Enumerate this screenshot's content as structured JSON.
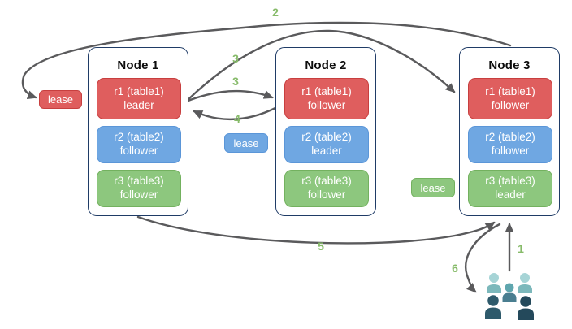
{
  "colors": {
    "red_fill": "#DF5E5E",
    "red_border": "#C83F3F",
    "blue_fill": "#6FA7E2",
    "blue_border": "#5B96D8",
    "green_fill": "#8DC77E",
    "green_border": "#73B15F",
    "node_border": "#1F3B66",
    "node_fill": "#FFFFFF",
    "arrow": "#5A5A5C",
    "step_label": "#87BB6A",
    "people_head_light": "#A6D4D6",
    "people_body_light": "#7CB8BB",
    "people_head_mid": "#5FA6AE",
    "people_body_mid": "#4A7E90",
    "people_dark_a": "#2E5A6B",
    "people_dark_b": "#24495B"
  },
  "nodes": [
    {
      "title": "Node 1",
      "replicas": [
        {
          "name": "r1 (table1)",
          "role": "leader",
          "color": "red"
        },
        {
          "name": "r2 (table2)",
          "role": "follower",
          "color": "blue"
        },
        {
          "name": "r3 (table3)",
          "role": "follower",
          "color": "green"
        }
      ]
    },
    {
      "title": "Node 2",
      "replicas": [
        {
          "name": "r1 (table1)",
          "role": "follower",
          "color": "red"
        },
        {
          "name": "r2 (table2)",
          "role": "leader",
          "color": "blue"
        },
        {
          "name": "r3 (table3)",
          "role": "follower",
          "color": "green"
        }
      ]
    },
    {
      "title": "Node 3",
      "replicas": [
        {
          "name": "r1 (table1)",
          "role": "follower",
          "color": "red"
        },
        {
          "name": "r2 (table2)",
          "role": "follower",
          "color": "blue"
        },
        {
          "name": "r3 (table3)",
          "role": "leader",
          "color": "green"
        }
      ]
    }
  ],
  "leases": [
    {
      "label": "lease",
      "color": "red"
    },
    {
      "label": "lease",
      "color": "blue"
    },
    {
      "label": "lease",
      "color": "green"
    }
  ],
  "steps": [
    {
      "label": "1"
    },
    {
      "label": "2"
    },
    {
      "label": "3"
    },
    {
      "label": "3"
    },
    {
      "label": "4"
    },
    {
      "label": "5"
    },
    {
      "label": "6"
    }
  ]
}
